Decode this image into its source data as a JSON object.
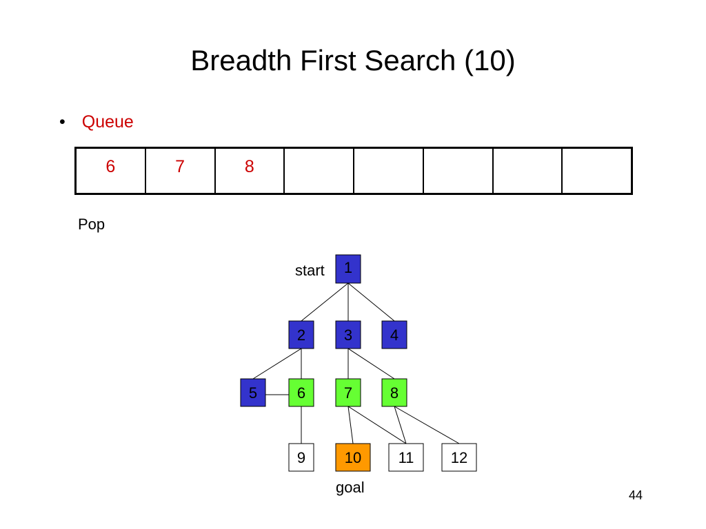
{
  "slide": {
    "title": "Breadth First Search (10)",
    "bullet": "Queue",
    "pop_label": "Pop",
    "start_label": "start",
    "goal_label": "goal",
    "page_number": "44"
  },
  "queue": {
    "cells": [
      "6",
      "7",
      "8",
      "",
      "",
      "",
      "",
      ""
    ]
  },
  "colors": {
    "visited": "#3333cc",
    "queued": "#66ff33",
    "goal": "#ff9900",
    "unvisited": "#ffffff",
    "queue_text": "#cc0000"
  },
  "tree": {
    "nodes": [
      {
        "id": "1",
        "state": "visited"
      },
      {
        "id": "2",
        "state": "visited"
      },
      {
        "id": "3",
        "state": "visited"
      },
      {
        "id": "4",
        "state": "visited"
      },
      {
        "id": "5",
        "state": "visited"
      },
      {
        "id": "6",
        "state": "queued"
      },
      {
        "id": "7",
        "state": "queued"
      },
      {
        "id": "8",
        "state": "queued"
      },
      {
        "id": "9",
        "state": "unvisited"
      },
      {
        "id": "10",
        "state": "goal"
      },
      {
        "id": "11",
        "state": "unvisited"
      },
      {
        "id": "12",
        "state": "unvisited"
      }
    ],
    "edges": [
      [
        "1",
        "2"
      ],
      [
        "1",
        "3"
      ],
      [
        "1",
        "4"
      ],
      [
        "2",
        "5"
      ],
      [
        "2",
        "6"
      ],
      [
        "5",
        "6"
      ],
      [
        "3",
        "7"
      ],
      [
        "3",
        "8"
      ],
      [
        "6",
        "9"
      ],
      [
        "7",
        "10"
      ],
      [
        "7",
        "11"
      ],
      [
        "8",
        "11"
      ],
      [
        "8",
        "12"
      ]
    ]
  }
}
